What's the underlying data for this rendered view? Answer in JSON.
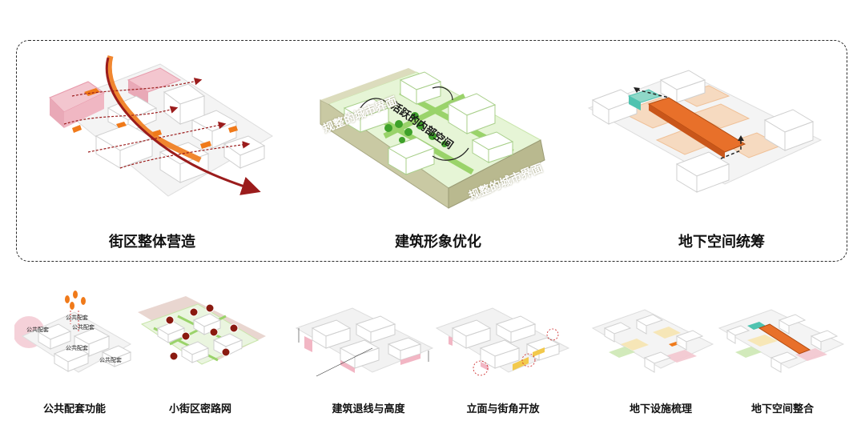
{
  "top_panels": [
    {
      "caption": "街区整体营造"
    },
    {
      "caption": "建筑形象优化",
      "label_inner": "活跃的内部空间",
      "label_left": "规整的城市界面",
      "label_right": "规整的城市界面"
    },
    {
      "caption": "地下空间统筹"
    }
  ],
  "bottom_panels": [
    {
      "caption": "公共配套功能",
      "labels": [
        "公共配套",
        "公共配套",
        "公共配套",
        "公共配套",
        "公共配套"
      ]
    },
    {
      "caption": "小街区密路网"
    },
    {
      "caption": "建筑退线与高度"
    },
    {
      "caption": "立面与街角开放"
    },
    {
      "caption": "地下设施梳理"
    },
    {
      "caption": "地下空间整合"
    }
  ],
  "colors": {
    "orange": "#f07a1a",
    "dark_red": "#9b1c1c",
    "green": "#9ad36a",
    "pink": "#f2b6c4",
    "teal": "#4fc3b0",
    "yellow": "#f2c94c"
  }
}
